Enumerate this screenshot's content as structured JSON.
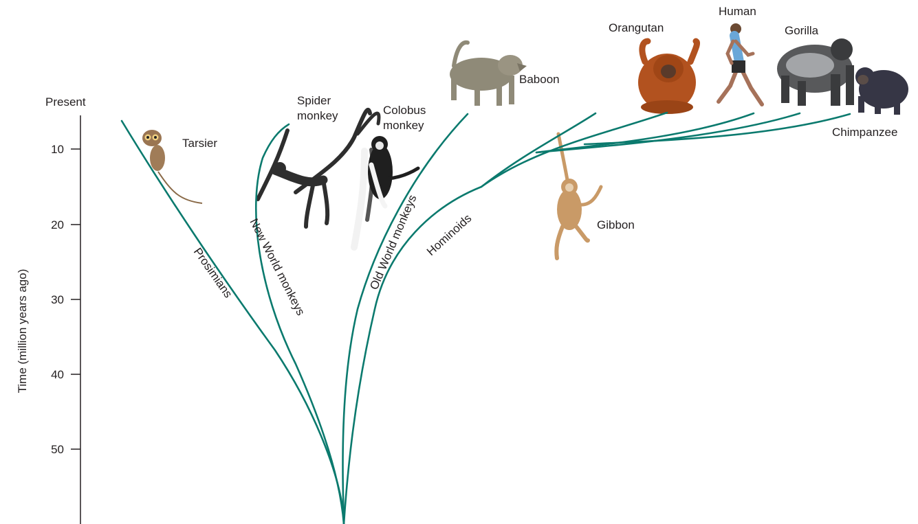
{
  "axis": {
    "title": "Time (million years ago)",
    "present_label": "Present",
    "ticks": [
      "10",
      "20",
      "30",
      "40",
      "50"
    ]
  },
  "groups": {
    "prosimians": "Prosimians",
    "new_world": "New World monkeys",
    "old_world": "Old World monkeys",
    "hominoids": "Hominoids"
  },
  "species": {
    "tarsier": "Tarsier",
    "spider_line1": "Spider",
    "spider_line2": "monkey",
    "colobus_line1": "Colobus",
    "colobus_line2": "monkey",
    "baboon": "Baboon",
    "gibbon": "Gibbon",
    "orangutan": "Orangutan",
    "human": "Human",
    "gorilla": "Gorilla",
    "chimpanzee": "Chimpanzee"
  },
  "colors": {
    "branch": "#0b7a6e",
    "axis": "#231f20",
    "text": "#231f20"
  },
  "icons": [
    "tarsier-illustration",
    "spider-monkey-illustration",
    "colobus-monkey-illustration",
    "baboon-illustration",
    "gibbon-illustration",
    "orangutan-illustration",
    "human-runner-illustration",
    "gorilla-illustration",
    "chimpanzee-illustration"
  ]
}
